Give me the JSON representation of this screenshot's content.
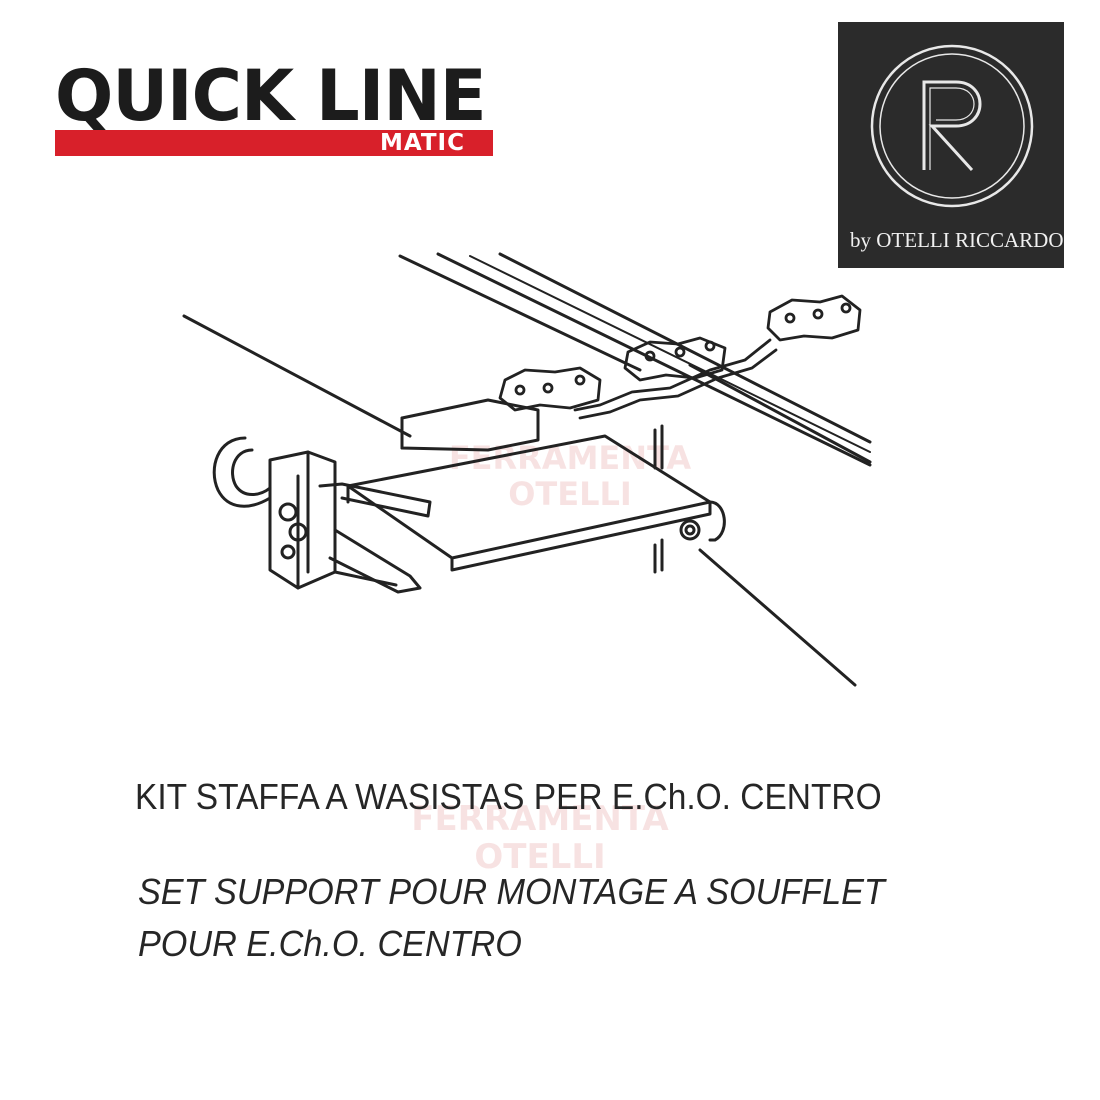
{
  "brand": {
    "name": "QUICK LINE",
    "sub": "MATIC",
    "colors": {
      "text": "#1c1c1c",
      "bar": "#d8202a"
    }
  },
  "badge": {
    "letter": "R",
    "caption": "by OTELLI RICCARDO",
    "background": "#2b2b2b"
  },
  "watermark": {
    "lines": [
      "FERRAMENTA",
      "OTELLI"
    ]
  },
  "product": {
    "title_it": "KIT STAFFA A WASISTAS PER E.Ch.O. CENTRO",
    "title_fr_line1": "SET SUPPORT POUR MONTAGE A SOUFFLET",
    "title_fr_line2": "POUR E.Ch.O. CENTRO"
  }
}
